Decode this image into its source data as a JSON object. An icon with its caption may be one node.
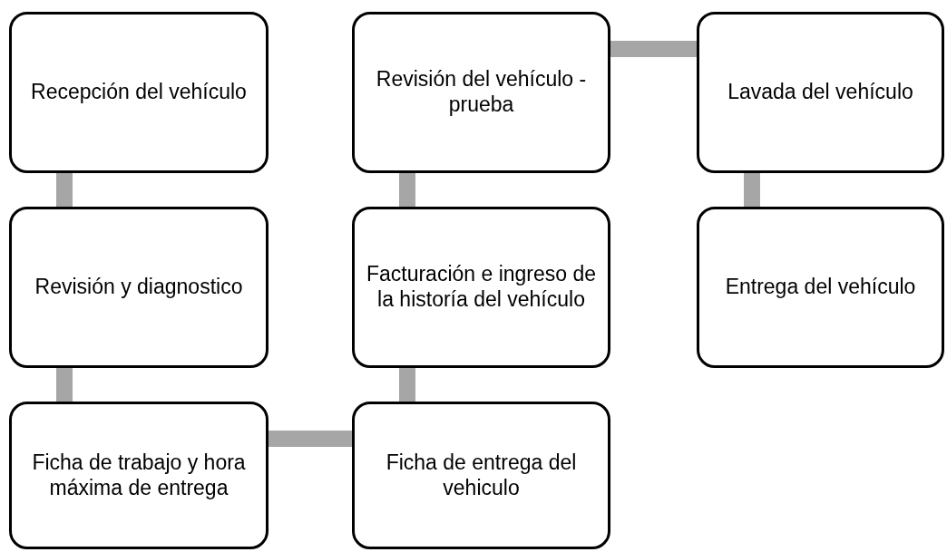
{
  "diagram": {
    "nodes": [
      {
        "text": [
          "Recepción del vehículo"
        ]
      },
      {
        "text": [
          "Revisión y diagnostico"
        ]
      },
      {
        "text": [
          "Ficha de trabajo y hora máxima de entrega"
        ]
      },
      {
        "text": [
          "Ficha de entrega del vehiculo"
        ]
      },
      {
        "text": [
          "Facturación e ingreso de la historía del vehículo"
        ]
      },
      {
        "text": [
          "Revisión del vehículo - prueba"
        ]
      },
      {
        "text": [
          "Lavada del vehículo"
        ]
      },
      {
        "text": [
          "Entrega del vehículo"
        ]
      }
    ],
    "edges": [
      {
        "from": 0,
        "to": 1,
        "arrow": "none"
      },
      {
        "from": 1,
        "to": 2,
        "arrow": "none"
      },
      {
        "from": 2,
        "to": 3,
        "arrow": "none"
      },
      {
        "from": 3,
        "to": 4,
        "arrow": "none"
      },
      {
        "from": 4,
        "to": 5,
        "arrow": "none"
      },
      {
        "from": 5,
        "to": 6,
        "arrow": "none"
      },
      {
        "from": 6,
        "to": 7,
        "arrow": "none"
      }
    ]
  }
}
